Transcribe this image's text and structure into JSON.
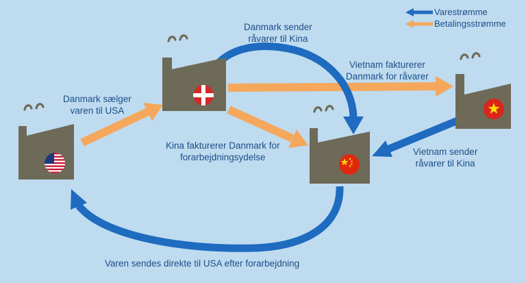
{
  "colors": {
    "background": "#bfdbf0",
    "goods_flow": "#1e6bbf",
    "payment_flow": "#f5a85c",
    "factory": "#6e6a58",
    "text": "#1c4f87"
  },
  "legend": {
    "goods_flow": "Varestrømme",
    "payment_flow": "Betalingsstrømme"
  },
  "factories": [
    {
      "id": "usa",
      "flag": "usa-flag-icon"
    },
    {
      "id": "denmark",
      "flag": "denmark-flag-icon"
    },
    {
      "id": "china",
      "flag": "china-flag-icon"
    },
    {
      "id": "vietnam",
      "flag": "vietnam-flag-icon"
    }
  ],
  "labels": {
    "dk_sells_usa": [
      "Danmark sælger",
      "varen til USA"
    ],
    "dk_sends_china": [
      "Danmark sender",
      "råvarer til Kina"
    ],
    "vn_invoices_dk": [
      "Vietnam fakturerer",
      "Danmark for råvarer"
    ],
    "cn_invoices_dk": [
      "Kina fakturerer Danmark for",
      "forarbejdningsydelse"
    ],
    "vn_sends_china": [
      "Vietnam sender",
      "råvarer til Kina"
    ],
    "ship_direct_usa": "Varen sendes direkte til USA efter forarbejdning"
  }
}
